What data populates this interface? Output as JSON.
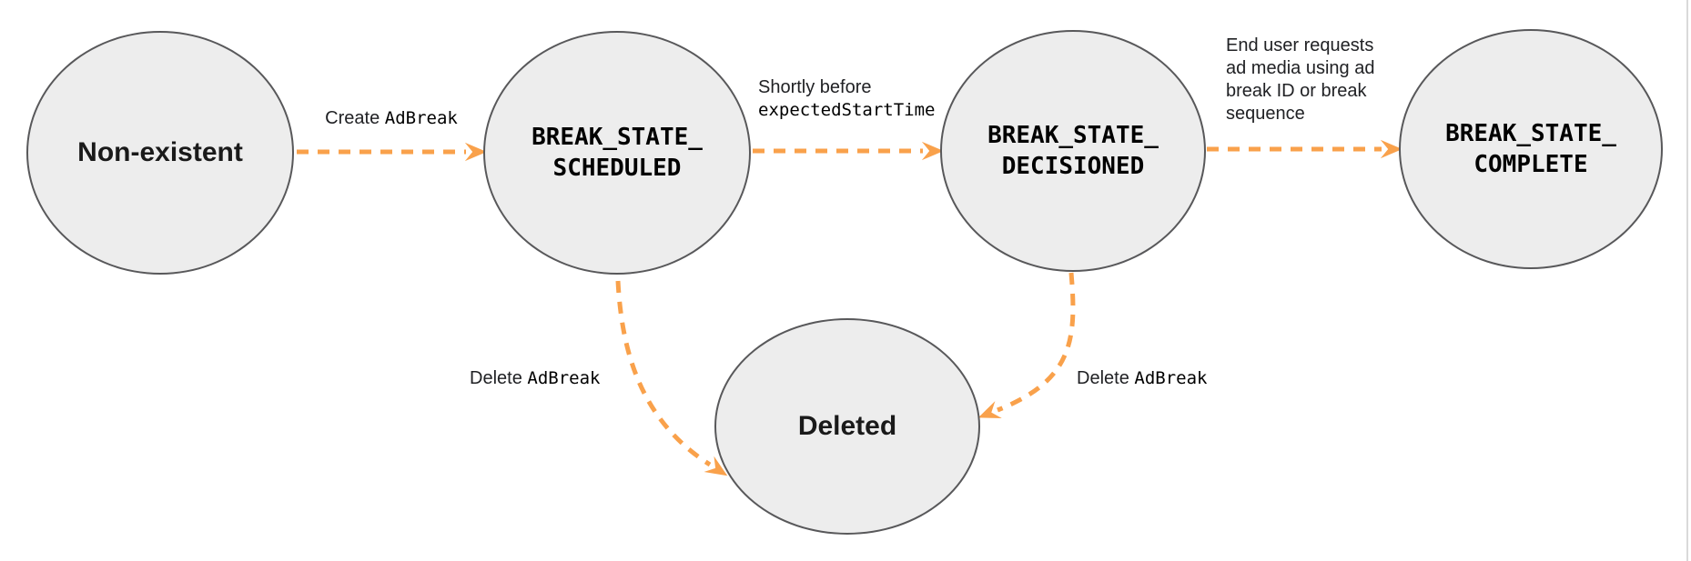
{
  "diagram": {
    "kind": "ad-break-state-diagram",
    "colors": {
      "node_fill": "#EDEDED",
      "node_border": "#58585A",
      "arrow": "#F9A14B",
      "label_text": "#202124"
    },
    "nodes": [
      {
        "id": "non-existent",
        "font": "sans",
        "label_lines": [
          "Non-existent"
        ]
      },
      {
        "id": "break-state-scheduled",
        "font": "mono",
        "label_lines": [
          "BREAK_STATE_",
          "SCHEDULED"
        ]
      },
      {
        "id": "break-state-decisioned",
        "font": "mono",
        "label_lines": [
          "BREAK_STATE_",
          "DECISIONED"
        ]
      },
      {
        "id": "break-state-complete",
        "font": "mono",
        "label_lines": [
          "BREAK_STATE_",
          "COMPLETE"
        ]
      },
      {
        "id": "deleted",
        "font": "sans",
        "label_lines": [
          "Deleted"
        ]
      }
    ],
    "edges": [
      {
        "id": "create-adbreak",
        "from": "non-existent",
        "to": "break-state-scheduled",
        "label_lines": [
          [
            {
              "text": "Create ",
              "font": "sans"
            },
            {
              "text": "AdBreak",
              "font": "mono"
            }
          ]
        ]
      },
      {
        "id": "shortly-before-expected-start-time",
        "from": "break-state-scheduled",
        "to": "break-state-decisioned",
        "label_lines": [
          [
            {
              "text": "Shortly before",
              "font": "sans"
            }
          ],
          [
            {
              "text": "expectedStartTime",
              "font": "mono"
            }
          ]
        ]
      },
      {
        "id": "end-user-requests-ad-media",
        "from": "break-state-decisioned",
        "to": "break-state-complete",
        "label_lines": [
          [
            {
              "text": "End user requests",
              "font": "sans"
            }
          ],
          [
            {
              "text": "ad media using ad",
              "font": "sans"
            }
          ],
          [
            {
              "text": "break ID or break",
              "font": "sans"
            }
          ],
          [
            {
              "text": "sequence",
              "font": "sans"
            }
          ]
        ]
      },
      {
        "id": "delete-adbreak-from-scheduled",
        "from": "break-state-scheduled",
        "to": "deleted",
        "label_lines": [
          [
            {
              "text": "Delete ",
              "font": "sans"
            },
            {
              "text": "AdBreak",
              "font": "mono"
            }
          ]
        ]
      },
      {
        "id": "delete-adbreak-from-decisioned",
        "from": "break-state-decisioned",
        "to": "deleted",
        "label_lines": [
          [
            {
              "text": "Delete ",
              "font": "sans"
            },
            {
              "text": "AdBreak",
              "font": "mono"
            }
          ]
        ]
      }
    ]
  }
}
